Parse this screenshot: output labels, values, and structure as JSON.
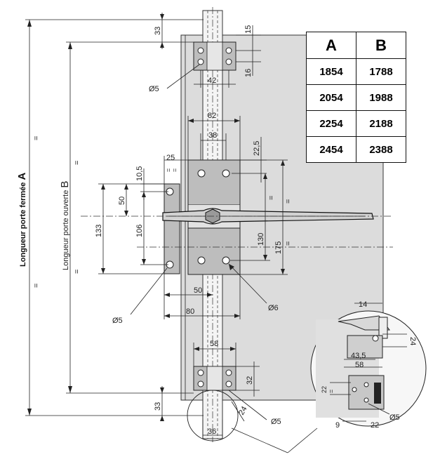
{
  "labels": {
    "longueur_fermee": "Longueur porte fermée",
    "letter_a": "A",
    "longueur_ouverte": "Longueur porte ouverte",
    "letter_b": "B",
    "eq": "="
  },
  "table": {
    "headers": [
      "A",
      "B"
    ],
    "rows": [
      [
        "1854",
        "1788"
      ],
      [
        "2054",
        "1988"
      ],
      [
        "2254",
        "2188"
      ],
      [
        "2454",
        "2388"
      ]
    ]
  },
  "dims": {
    "top_33": "33",
    "d15": "15",
    "d16": "16",
    "d42": "42",
    "d82": "82",
    "d38": "38",
    "d22_5": "22,5",
    "d25": "25",
    "d10_5": "10,5",
    "d50_v": "50",
    "d133": "133",
    "d106": "106",
    "d130": "130",
    "d175": "175",
    "d50_h": "50",
    "d80": "80",
    "d58": "58",
    "d32": "32",
    "bottom_33": "33",
    "d24": "24",
    "d36": "36",
    "dia5_top": "Ø5",
    "dia5_left": "Ø5",
    "dia6": "Ø6",
    "dia5_bottom": "Ø5"
  },
  "detail": {
    "d14": "14",
    "d24": "24",
    "d43_5": "43,5",
    "d58": "58",
    "d22": "22",
    "d9": "9",
    "d22b": "22",
    "dia5": "Ø5"
  }
}
